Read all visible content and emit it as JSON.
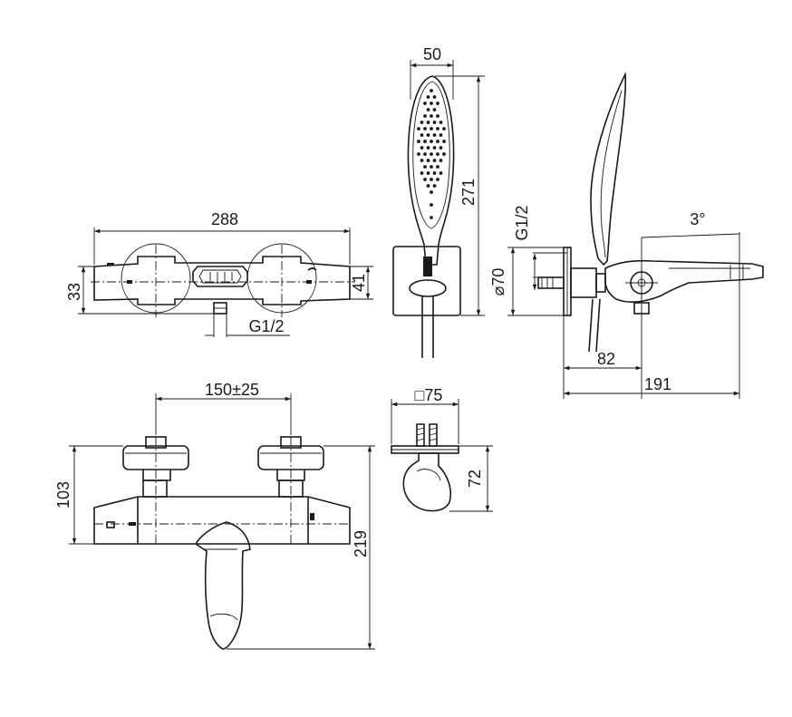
{
  "dimensions": {
    "top_width": "288",
    "top_left_height": "33",
    "top_right_height": "41",
    "top_inlet_thread": "G1/2",
    "handshower_width": "50",
    "handshower_height": "271",
    "side_thread": "G1/2",
    "side_diameter": "⌀70",
    "side_angle": "3°",
    "side_depth_a": "82",
    "side_depth_b": "191",
    "front_centers": "150±25",
    "front_upper_height": "103",
    "front_total_height": "219",
    "holder_square": "□75",
    "holder_height": "72"
  },
  "colors": {
    "line": "#1a1a1a",
    "background": "#ffffff"
  }
}
